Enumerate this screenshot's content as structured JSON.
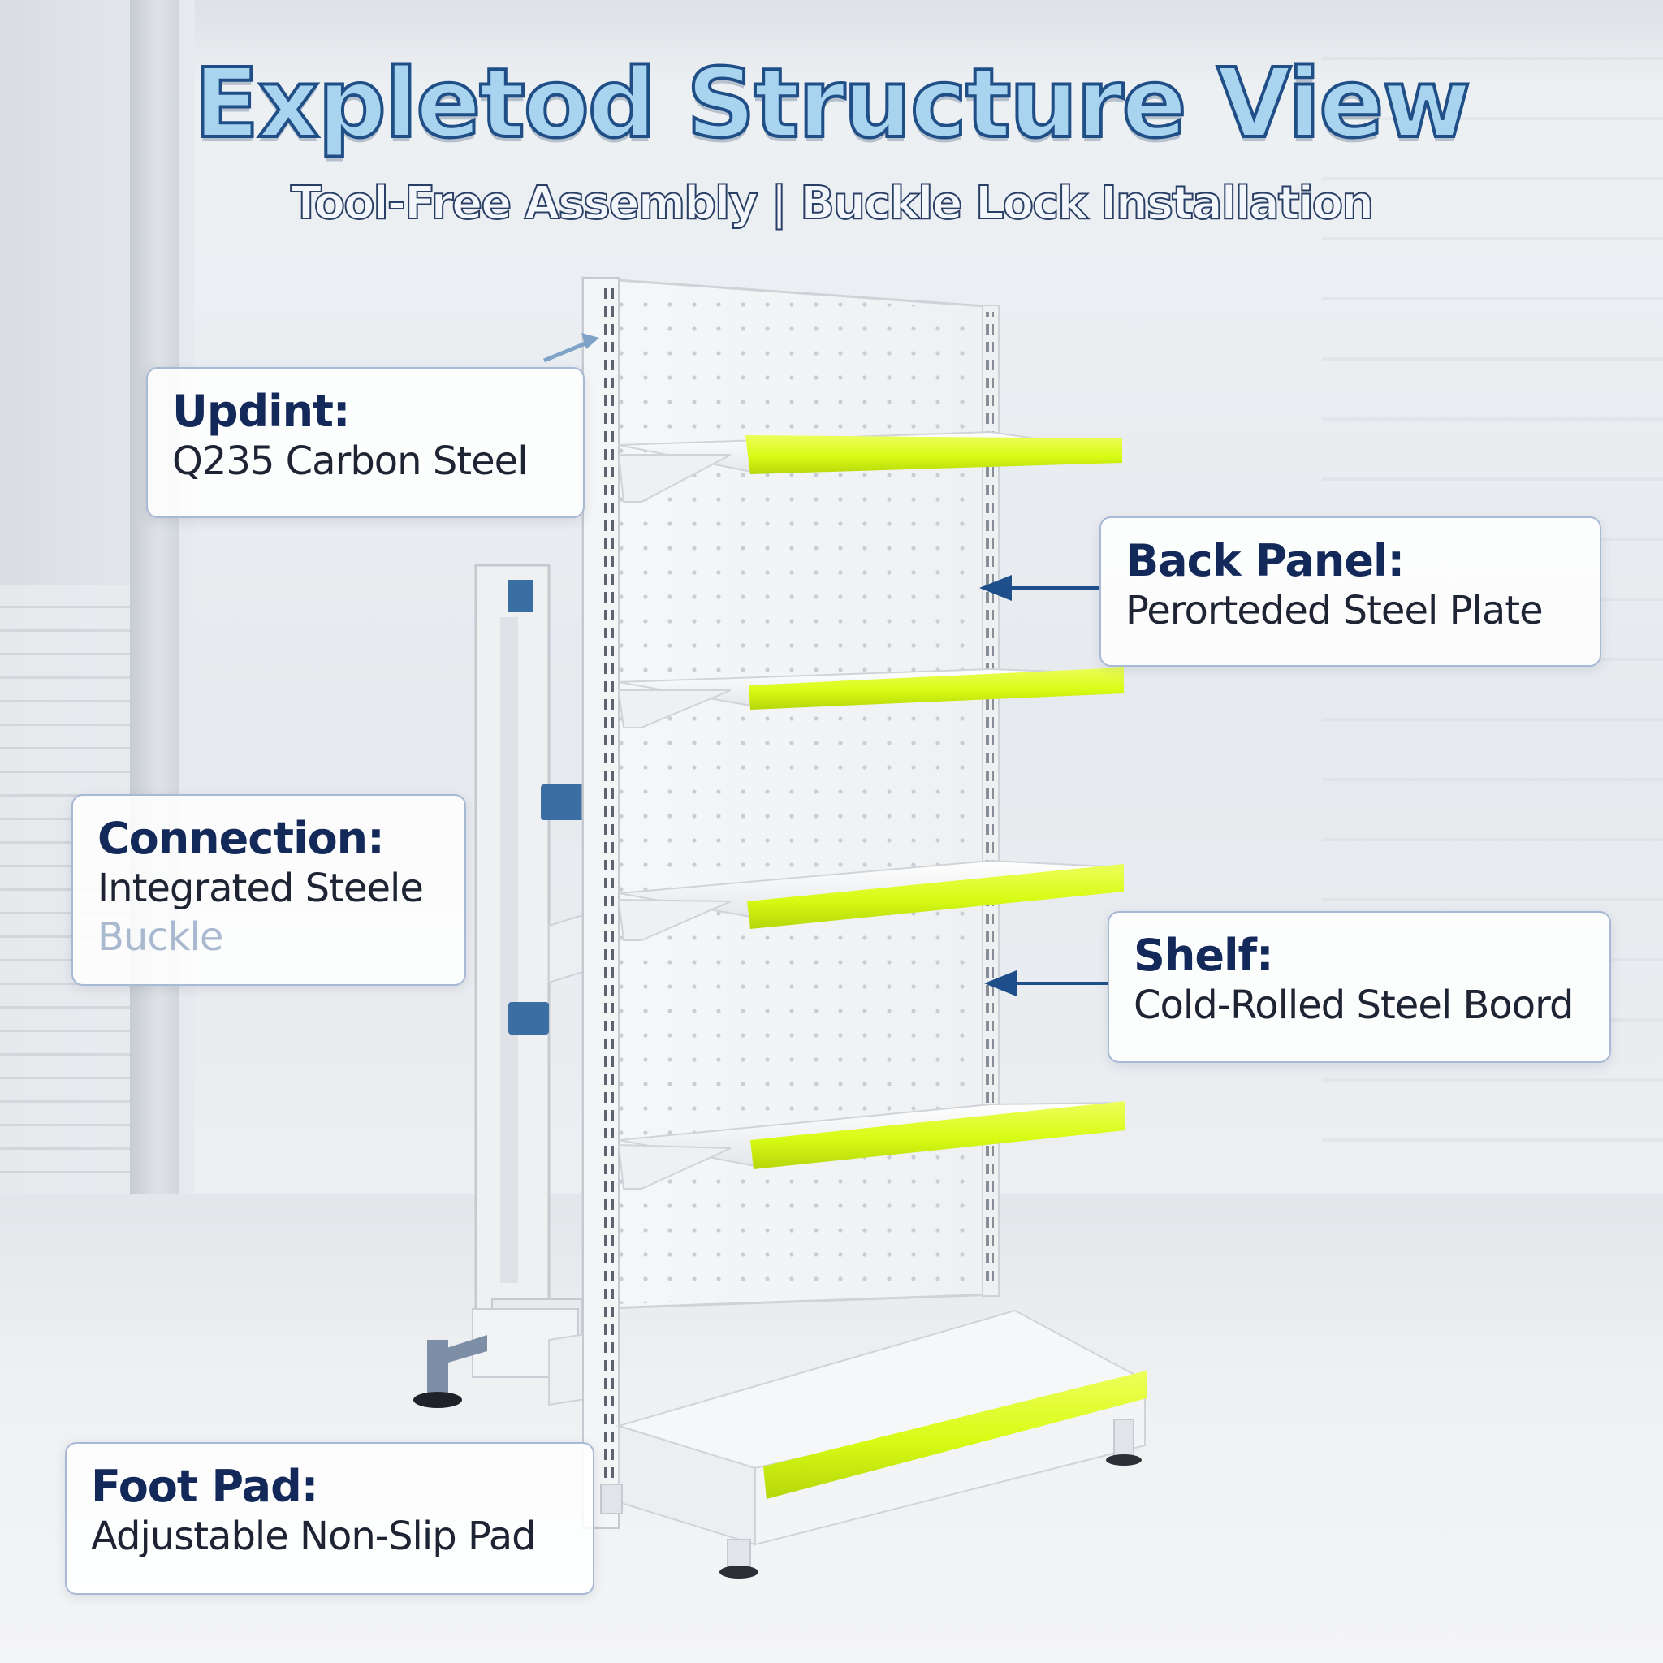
{
  "title": "Expletod Structure View",
  "subtitle": "Tool-Free Assembly | Buckle Lock Installation",
  "colors": {
    "title_fill": "#a9d4f0",
    "title_outline": "#1f4f86",
    "label_text": "#13295a",
    "accent_lime": "#d8fb14",
    "arrow": "#1e4f8a",
    "buckle_blue": "#3b6fa4"
  },
  "callouts": {
    "upright": {
      "label": "Updint:",
      "value": "Q235 Carbon Steel"
    },
    "connection": {
      "label": "Connection:",
      "value_line1": "Integrated Steele",
      "value_line2": "Buckle"
    },
    "back_panel": {
      "label": "Back Panel:",
      "value": "Perorteded Steel Plate"
    },
    "shelf": {
      "label": "Shelf:",
      "value": "Cold-Rolled Steel Boord"
    },
    "foot_pad": {
      "label": "Foot Pad:",
      "value": "Adjustable Non-Slip Pad"
    }
  }
}
